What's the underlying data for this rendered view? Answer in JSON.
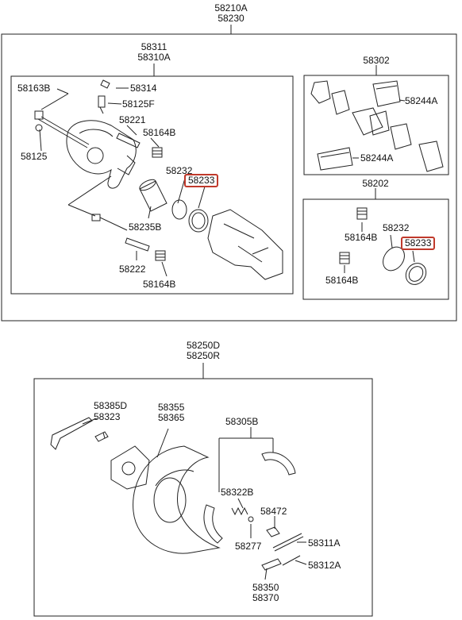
{
  "colors": {
    "line": "#222222",
    "highlight": "#c0392b",
    "background": "#ffffff"
  },
  "caliper_assembly": {
    "codes": [
      "58210A",
      "58230"
    ],
    "caliper": {
      "codes": [
        "58311",
        "58310A"
      ]
    },
    "pad_kit": {
      "code": "58302"
    },
    "seal_kit": {
      "code": "58202"
    }
  },
  "caliper_parts": {
    "p58163B": "58163B",
    "p58314": "58314",
    "p58125F": "58125F",
    "p58221": "58221",
    "p58164B_top": "58164B",
    "p58125": "58125",
    "p58232": "58232",
    "p58233": "58233",
    "p58235B": "58235B",
    "p58222": "58222",
    "p58164B_bottom": "58164B"
  },
  "pad_parts": {
    "p58244A_top": "58244A",
    "p58244A_bottom": "58244A"
  },
  "seal_parts": {
    "p58164B_top": "58164B",
    "p58232": "58232",
    "p58233": "58233",
    "p58164B_bottom": "58164B"
  },
  "brake_assembly": {
    "codes": [
      "58250D",
      "58250R"
    ],
    "parts": {
      "p58385D": "58385D",
      "p58323": "58323",
      "p58355": "58355",
      "p58365": "58365",
      "p58305B": "58305B",
      "p58322B": "58322B",
      "p58472": "58472",
      "p58277": "58277",
      "p58311A": "58311A",
      "p58312A": "58312A",
      "p58350": "58350",
      "p58370": "58370"
    }
  },
  "highlighted_parts": [
    "58233"
  ]
}
